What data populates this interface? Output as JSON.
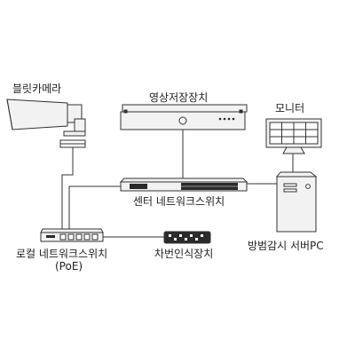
{
  "labels": {
    "bullet_camera": "블릿카메라",
    "video_recorder": "영상저장장치",
    "monitor": "모니터",
    "center_switch": "센터 네트워크스위치",
    "local_switch": "로컬 네트워크스위치",
    "poe": "(PoE)",
    "plate_reader": "차번인식장치",
    "pc": "방범감시 서버PC"
  },
  "colors": {
    "line": "#333333",
    "device_fill": "#f2f2f2",
    "device_dark": "#2a2a2a",
    "screen_fill": "#ffffff"
  }
}
